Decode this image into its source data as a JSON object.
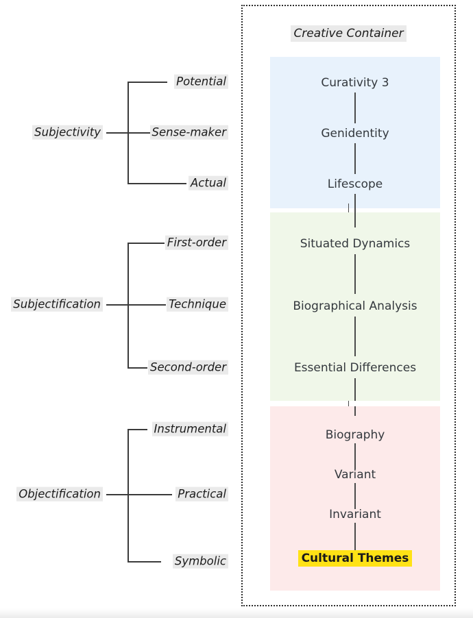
{
  "left_trees": [
    {
      "name": "subjectivity-tree",
      "parent": "Subjectivity",
      "children": [
        "Potential",
        "Sense-maker",
        "Actual"
      ]
    },
    {
      "name": "subjectification-tree",
      "parent": "Subjectification",
      "children": [
        "First-order",
        "Technique",
        "Second-order"
      ]
    },
    {
      "name": "objectification-tree",
      "parent": "Objectification",
      "children": [
        "Instrumental",
        "Practical",
        "Symbolic"
      ]
    }
  ],
  "creative_container": {
    "title": "Creative Container",
    "bands": [
      {
        "name": "blue-band",
        "color": "#e8f2fc",
        "nodes": [
          {
            "label": "Curativity 3",
            "emphasis": "normal"
          },
          {
            "label": "Genidentity",
            "emphasis": "normal"
          },
          {
            "label": "Lifescope",
            "emphasis": "normal"
          }
        ]
      },
      {
        "name": "green-band",
        "color": "#f0f7e9",
        "nodes": [
          {
            "label": "Situated Dynamics",
            "emphasis": "normal"
          },
          {
            "label": "Biographical Analysis",
            "emphasis": "normal"
          },
          {
            "label": "Essential Differences",
            "emphasis": "normal"
          }
        ]
      },
      {
        "name": "pink-band",
        "color": "#fdeaea",
        "nodes": [
          {
            "label": "Biography",
            "emphasis": "normal"
          },
          {
            "label": "Variant",
            "emphasis": "normal"
          },
          {
            "label": "Invariant",
            "emphasis": "normal"
          },
          {
            "label": "Cultural Themes",
            "emphasis": "bold-highlight"
          }
        ]
      }
    ],
    "highlight_color": "#ffe215",
    "label_background": "#eaeaea",
    "border_style": "dotted"
  }
}
